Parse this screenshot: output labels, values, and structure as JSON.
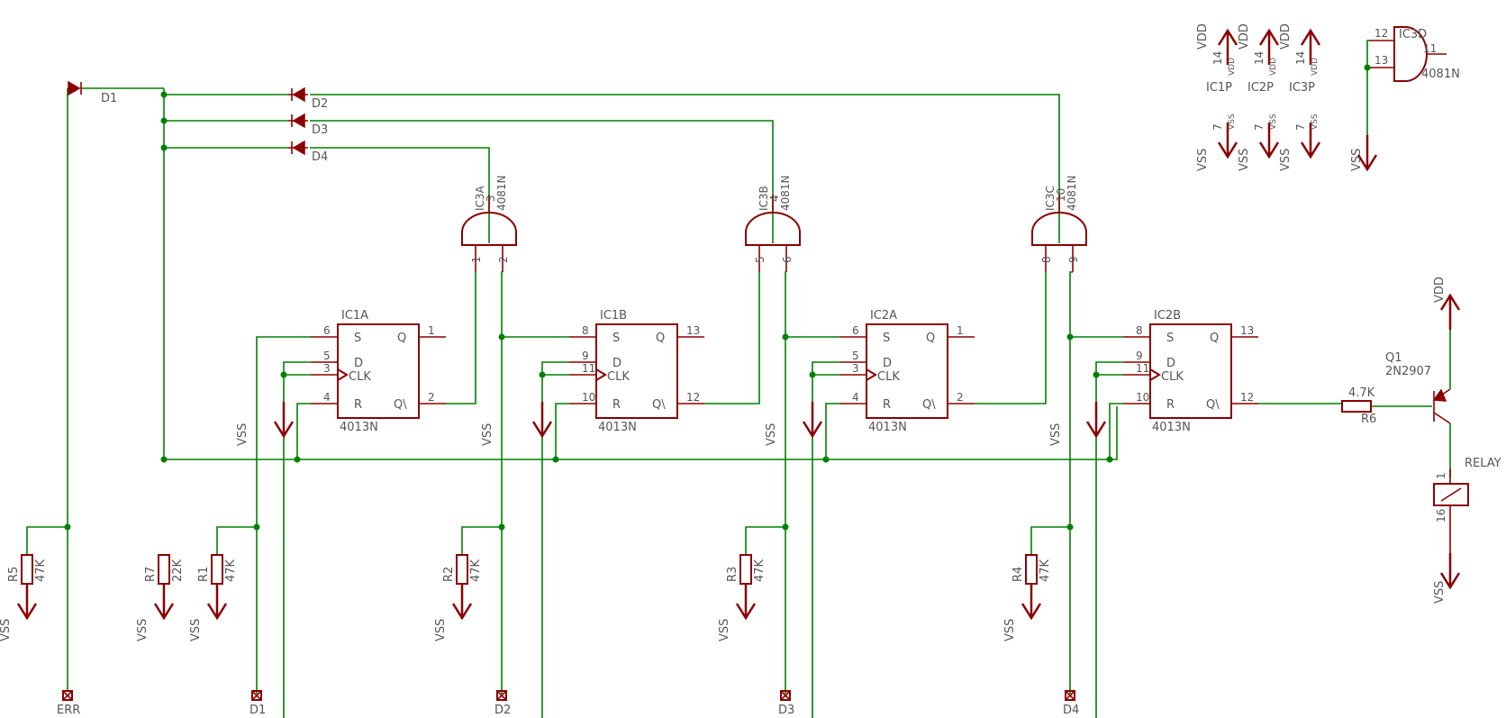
{
  "colors": {
    "wire": "#008000",
    "symbol": "#8b0000",
    "text": "#555555",
    "background": "#ffffff"
  },
  "flipflops": [
    {
      "name": "IC1A",
      "type": "4013N",
      "S": "S",
      "D": "D",
      "CLK": "CLK",
      "R": "R",
      "Q": "Q",
      "QN": "Q\\",
      "pin_s": "6",
      "pin_d": "5",
      "pin_clk": "3",
      "pin_r": "4",
      "pin_q": "1",
      "pin_qn": "2"
    },
    {
      "name": "IC1B",
      "type": "4013N",
      "S": "S",
      "D": "D",
      "CLK": "CLK",
      "R": "R",
      "Q": "Q",
      "QN": "Q\\",
      "pin_s": "8",
      "pin_d": "9",
      "pin_clk": "11",
      "pin_r": "10",
      "pin_q": "13",
      "pin_qn": "12"
    },
    {
      "name": "IC2A",
      "type": "4013N",
      "S": "S",
      "D": "D",
      "CLK": "CLK",
      "R": "R",
      "Q": "Q",
      "QN": "Q\\",
      "pin_s": "6",
      "pin_d": "5",
      "pin_clk": "3",
      "pin_r": "4",
      "pin_q": "1",
      "pin_qn": "2"
    },
    {
      "name": "IC2B",
      "type": "4013N",
      "S": "S",
      "D": "D",
      "CLK": "CLK",
      "R": "R",
      "Q": "Q",
      "QN": "Q\\",
      "pin_s": "8",
      "pin_d": "9",
      "pin_clk": "11",
      "pin_r": "10",
      "pin_q": "13",
      "pin_qn": "12"
    }
  ],
  "gates": [
    {
      "name": "IC3A",
      "type": "4081N",
      "out": "3",
      "in1": "1",
      "in2": "2"
    },
    {
      "name": "IC3B",
      "type": "4081N",
      "out": "4",
      "in1": "5",
      "in2": "6"
    },
    {
      "name": "IC3C",
      "type": "4081N",
      "out": "10",
      "in1": "8",
      "in2": "9"
    },
    {
      "name": "IC3D",
      "type": "4081N",
      "out": "11",
      "in1": "12",
      "in2": "13"
    }
  ],
  "diodes": [
    "D1",
    "D2",
    "D3",
    "D4"
  ],
  "resistors": [
    {
      "name": "R5",
      "value": "47K"
    },
    {
      "name": "R7",
      "value": "22K"
    },
    {
      "name": "R1",
      "value": "47K"
    },
    {
      "name": "R2",
      "value": "47K"
    },
    {
      "name": "R3",
      "value": "47K"
    },
    {
      "name": "R4",
      "value": "47K"
    },
    {
      "name": "R6",
      "value": "4.7K"
    }
  ],
  "power": [
    {
      "name": "IC1P",
      "vdd_pin": "14",
      "vss_pin": "7"
    },
    {
      "name": "IC2P",
      "vdd_pin": "14",
      "vss_pin": "7"
    },
    {
      "name": "IC3P",
      "vdd_pin": "14",
      "vss_pin": "7"
    }
  ],
  "supply": {
    "vdd": "VDD",
    "vss": "VSS"
  },
  "transistor": {
    "name": "Q1",
    "type": "2N2907"
  },
  "relay": {
    "name": "RELAY",
    "pin1": "1",
    "pin2": "16"
  },
  "connectors": [
    "ERR",
    "D1",
    "D2",
    "D3",
    "D4"
  ]
}
